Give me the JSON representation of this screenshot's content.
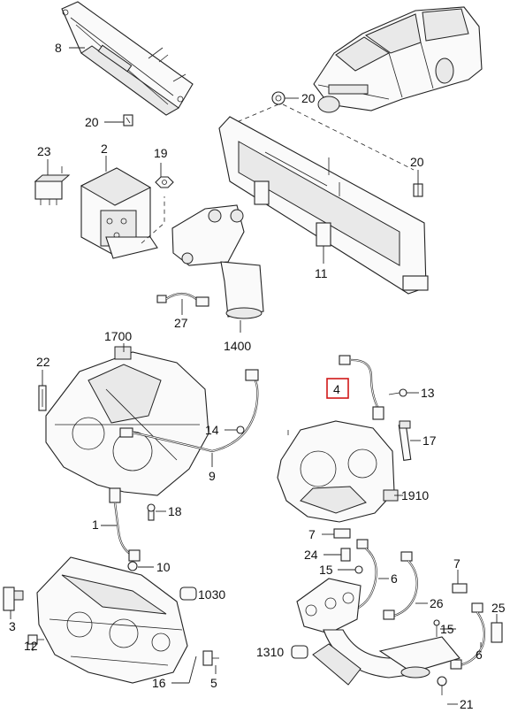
{
  "callouts": {
    "c8": "8",
    "c20a": "20",
    "c20b": "20",
    "c20c": "20",
    "c23": "23",
    "c2": "2",
    "c19": "19",
    "c11": "11",
    "c27": "27",
    "c1400": "1400",
    "c1700": "1700",
    "c22": "22",
    "c4": "4",
    "c13": "13",
    "c14": "14",
    "c17": "17",
    "c9": "9",
    "c1910": "1910",
    "c1": "1",
    "c18": "18",
    "c7a": "7",
    "c24": "24",
    "c15a": "15",
    "c6a": "6",
    "c7b": "7",
    "c10": "10",
    "c1030": "1030",
    "c26": "26",
    "c25": "25",
    "c3": "3",
    "c15b": "15",
    "c1310": "1310",
    "c12": "12",
    "c16": "16",
    "c5": "5",
    "c6b": "6",
    "c21": "21"
  },
  "highlight": {
    "part": "4",
    "color": "#d01818"
  }
}
